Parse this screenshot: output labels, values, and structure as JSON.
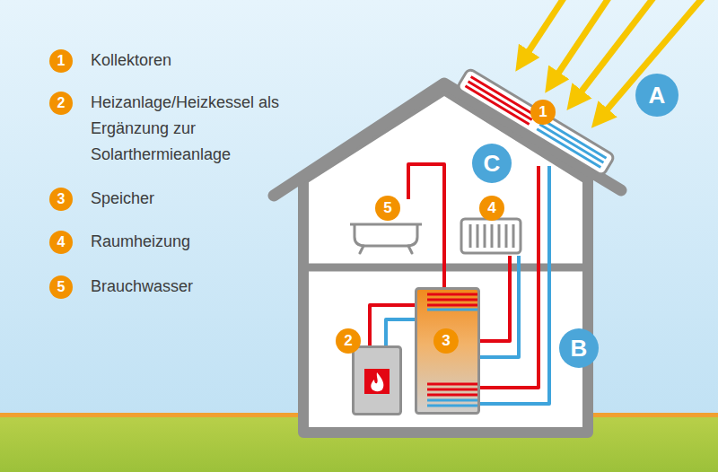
{
  "diagram": {
    "nodes": [
      {
        "text": [
          "1"
        ]
      },
      {
        "text": [
          "A"
        ]
      },
      {
        "text": [
          "C"
        ]
      },
      {
        "text": [
          "5"
        ]
      },
      {
        "text": [
          "4"
        ]
      },
      {
        "text": [
          "3"
        ]
      },
      {
        "text": [
          "2"
        ]
      },
      {
        "text": [
          "B"
        ]
      }
    ],
    "edges": [
      {
        "from": 0,
        "to": 5,
        "arrow": "none"
      },
      {
        "from": 0,
        "to": 5,
        "arrow": "none"
      },
      {
        "from": 6,
        "to": 5,
        "arrow": "none"
      },
      {
        "from": 6,
        "to": 5,
        "arrow": "none"
      },
      {
        "from": 5,
        "to": 4,
        "arrow": "none"
      },
      {
        "from": 5,
        "to": 4,
        "arrow": "none"
      },
      {
        "from": 5,
        "to": 3,
        "arrow": "none"
      }
    ],
    "labels": [
      "1",
      "2",
      "3",
      "4",
      "5"
    ],
    "legend": [
      {
        "text": "Kollektoren"
      },
      {
        "text": "Heizanlage/Heizkessel als Ergänzung zur Solarthermieanlage"
      },
      {
        "text": "Speicher"
      },
      {
        "text": "Raumheizung"
      },
      {
        "text": "Brauchwasser"
      }
    ]
  }
}
